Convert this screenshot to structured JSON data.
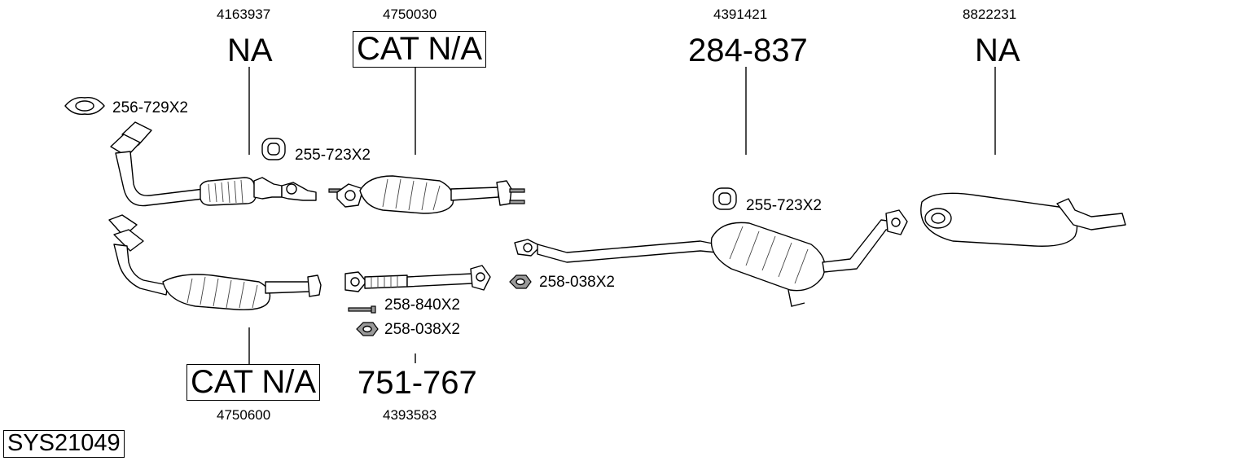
{
  "parts": {
    "front_pipe_upper": {
      "oe": "4163937",
      "code": "NA"
    },
    "cat_front": {
      "oe": "4750030",
      "code": "CAT N/A"
    },
    "center_silencer": {
      "oe": "4391421",
      "code": "284-837"
    },
    "rear_silencer": {
      "oe": "8822231",
      "code": "NA"
    },
    "cat_lower": {
      "oe": "4750600",
      "code": "CAT N/A"
    },
    "intermediate_pipe": {
      "oe": "4393583",
      "code": "751-767"
    }
  },
  "accessories": {
    "gasket": "256-729X2",
    "clamp_1": "255-723X2",
    "clamp_2": "255-723X2",
    "nut_1": "258-038X2",
    "bolt": "258-840X2",
    "nut_2": "258-038X2"
  },
  "system_id": "SYS21049"
}
